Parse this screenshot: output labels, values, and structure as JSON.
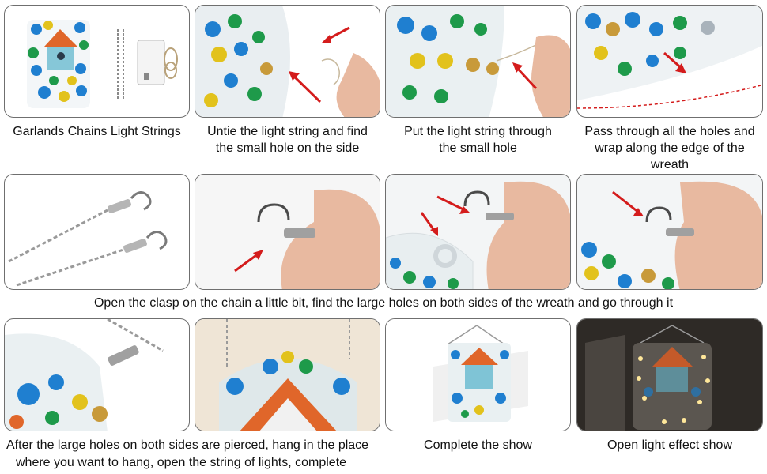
{
  "captions": {
    "r1_c1": "Garlands  Chains  Light Strings",
    "r1_c2_l1": "Untie the light string and find",
    "r1_c2_l2": "the small hole on the side",
    "r1_c3_l1": "Put the light string through",
    "r1_c3_l2": "the small hole",
    "r1_c4_l1": "Pass through all the holes and",
    "r1_c4_l2": "wrap along the edge of the",
    "r1_c4_l3": "wreath",
    "r2": "Open the clasp on the chain a little bit, find the large holes on both sides of the wreath and go through it",
    "r3_c1_l1": "After the large holes on both sides are pierced, hang in the place",
    "r3_c1_l2": "where you want to hang, open the string of lights, complete",
    "r3_c3": "Complete the show",
    "r3_c4": "Open light effect show"
  },
  "colors": {
    "panel_border": "#6f6f6f",
    "arrow": "#d41c1c",
    "bead_blue": "#1f7fd0",
    "bead_green": "#1e9a4a",
    "bead_yellow": "#e2c21c",
    "bead_gold": "#c89a3a",
    "roof_orange": "#e0662a",
    "skin": "#e8b9a0",
    "dark_bg": "#2e2a26"
  },
  "icons": [
    "arrow-icon"
  ]
}
